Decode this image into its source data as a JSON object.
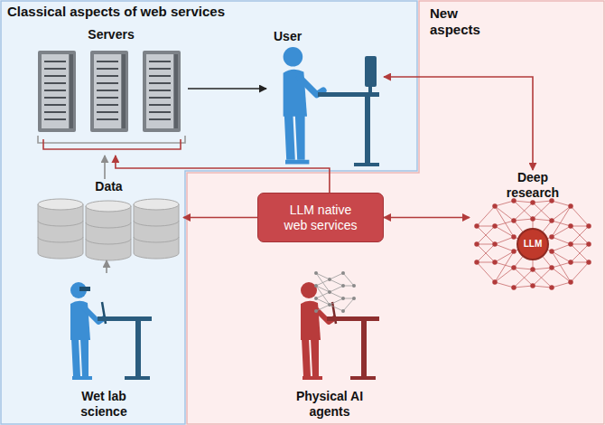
{
  "diagram": {
    "nodes": [
      {
        "text": [
          "Classical aspects of web services"
        ]
      },
      {
        "text": [
          "Servers"
        ],
        "in": 0
      },
      {
        "text": [
          "User"
        ],
        "in": 0
      },
      {
        "text": [
          "Data"
        ],
        "in": 0
      },
      {
        "text": [
          "Wet lab science"
        ],
        "in": 0
      },
      {
        "text": [
          "New aspects"
        ]
      },
      {
        "text": [
          "LLM native web services"
        ],
        "in": 5
      },
      {
        "text": [
          "Deep research"
        ],
        "in": 5
      },
      {
        "text": [
          "LLM"
        ],
        "in": 7
      },
      {
        "text": [
          "Physical AI agents"
        ],
        "in": 5
      }
    ],
    "edges": [
      {
        "from": 1,
        "to": 2,
        "arrow": "to"
      },
      {
        "from": 2,
        "to": 7,
        "arrow": "both"
      },
      {
        "from": 6,
        "to": 7,
        "arrow": "both"
      },
      {
        "from": 6,
        "to": 3,
        "arrow": "to"
      },
      {
        "from": 6,
        "to": 1,
        "arrow": "to"
      },
      {
        "from": 3,
        "to": 1,
        "arrow": "to"
      },
      {
        "from": 4,
        "to": 3,
        "arrow": "to"
      }
    ]
  }
}
